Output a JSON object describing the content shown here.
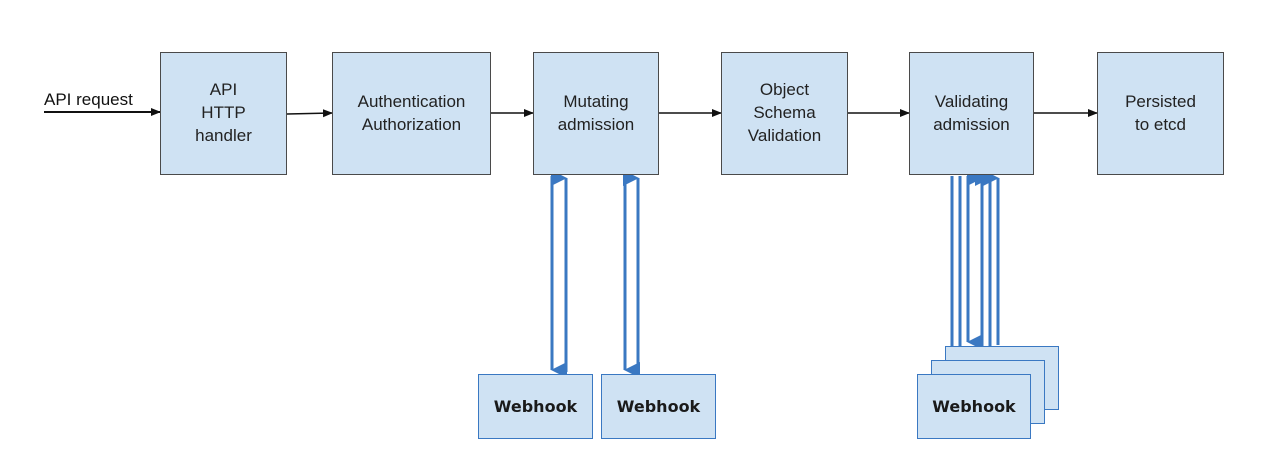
{
  "input_label": "API request",
  "stages": [
    {
      "id": "api",
      "label": "API\nHTTP\nhandler"
    },
    {
      "id": "auth",
      "label": "Authentication\nAuthorization"
    },
    {
      "id": "mutating",
      "label": "Mutating\nadmission"
    },
    {
      "id": "schema",
      "label": "Object\nSchema\nValidation"
    },
    {
      "id": "validating",
      "label": "Validating\nadmission"
    },
    {
      "id": "persist",
      "label": "Persisted\nto etcd"
    }
  ],
  "webhooks": {
    "mutating_1": "Webhook",
    "mutating_2": "Webhook",
    "validating": "Webhook"
  },
  "colors": {
    "box_fill": "#cfe2f3",
    "box_border": "#4a4a4a",
    "webhook_arrow": "#3a78c2",
    "flow_arrow": "#111111"
  }
}
